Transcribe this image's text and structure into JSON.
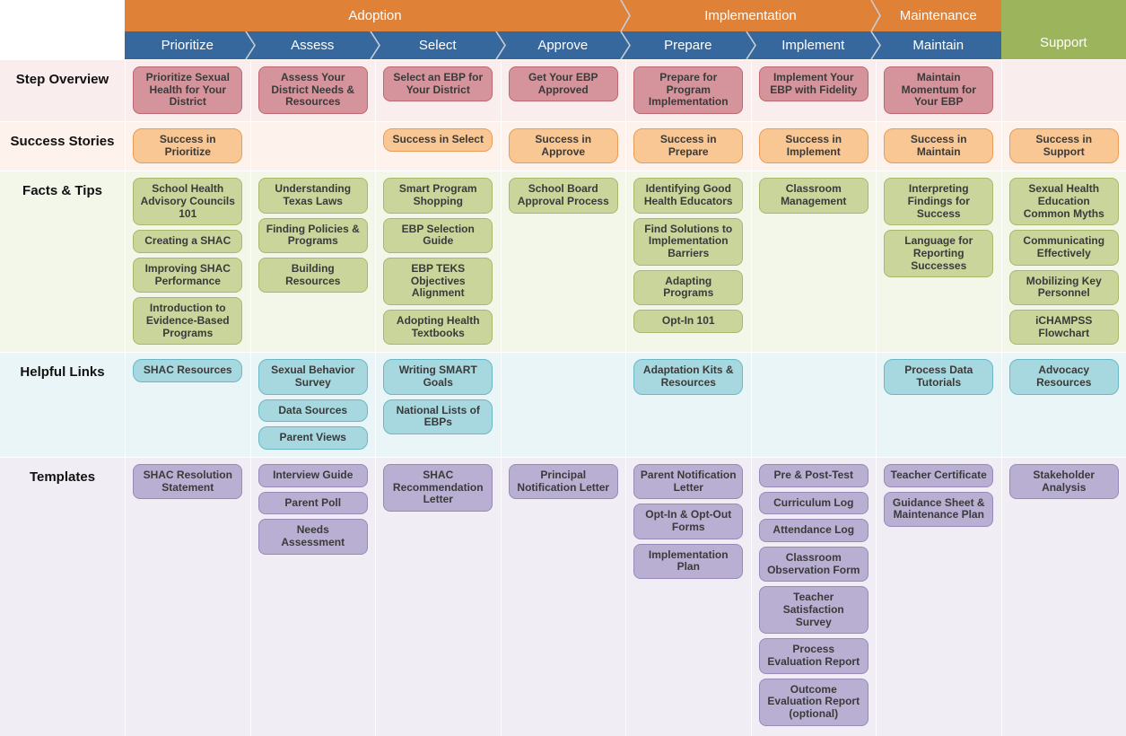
{
  "matrix": {
    "phases": [
      {
        "label": "Adoption"
      },
      {
        "label": "Implementation"
      },
      {
        "label": "Maintenance"
      },
      {
        "label": "Support"
      }
    ],
    "steps": [
      "Prioritize",
      "Assess",
      "Select",
      "Approve",
      "Prepare",
      "Implement",
      "Maintain",
      "Support"
    ],
    "rows": [
      {
        "key": "overview",
        "label": "Step Overview",
        "cells": [
          [
            "Prioritize Sexual Health for Your District"
          ],
          [
            "Assess Your District Needs & Resources"
          ],
          [
            "Select an EBP for Your District"
          ],
          [
            "Get Your EBP Approved"
          ],
          [
            "Prepare for Program Implementation"
          ],
          [
            "Implement Your EBP with Fidelity"
          ],
          [
            "Maintain Momentum for Your EBP"
          ],
          []
        ]
      },
      {
        "key": "stories",
        "label": "Success Stories",
        "cells": [
          [
            "Success in Prioritize"
          ],
          [],
          [
            "Success in Select"
          ],
          [
            "Success in Approve"
          ],
          [
            "Success in Prepare"
          ],
          [
            "Success in Implement"
          ],
          [
            "Success in Maintain"
          ],
          [
            "Success in Support"
          ]
        ]
      },
      {
        "key": "facts",
        "label": "Facts & Tips",
        "cells": [
          [
            "School Health Advisory Councils 101",
            "Creating a SHAC",
            "Improving SHAC Performance",
            "Introduction to Evidence-Based Programs"
          ],
          [
            "Understanding Texas Laws",
            "Finding Policies & Programs",
            "Building Resources"
          ],
          [
            "Smart Program Shopping",
            "EBP Selection Guide",
            "EBP TEKS Objectives Alignment",
            "Adopting Health Textbooks"
          ],
          [
            "School Board Approval Process"
          ],
          [
            "Identifying Good Health Educators",
            "Find Solutions to Implementation Barriers",
            "Adapting Programs",
            "Opt-In 101"
          ],
          [
            "Classroom Management"
          ],
          [
            "Interpreting Findings for Success",
            "Language for Reporting Successes"
          ],
          [
            "Sexual Health Education Common Myths",
            "Communicating Effectively",
            "Mobilizing Key Personnel",
            "iCHAMPSS Flowchart"
          ]
        ]
      },
      {
        "key": "links",
        "label": "Helpful Links",
        "cells": [
          [
            "SHAC Resources"
          ],
          [
            "Sexual Behavior Survey",
            "Data Sources",
            "Parent Views"
          ],
          [
            "Writing SMART Goals",
            "National Lists of EBPs"
          ],
          [],
          [
            "Adaptation Kits & Resources"
          ],
          [],
          [
            "Process Data Tutorials"
          ],
          [
            "Advocacy Resources"
          ]
        ]
      },
      {
        "key": "templates",
        "label": "Templates",
        "cells": [
          [
            "SHAC Resolution Statement"
          ],
          [
            "Interview Guide",
            "Parent Poll",
            "Needs Assessment"
          ],
          [
            "SHAC Recommendation Letter"
          ],
          [
            "Principal Notification Letter"
          ],
          [
            "Parent Notification Letter",
            "Opt-In & Opt-Out Forms",
            "Implementation Plan"
          ],
          [
            "Pre & Post-Test",
            "Curriculum Log",
            "Attendance Log",
            "Classroom Observation Form",
            "Teacher Satisfaction Survey",
            "Process Evaluation Report",
            "Outcome Evaluation Report (optional)"
          ],
          [
            "Teacher Certificate",
            "Guidance Sheet & Maintenance Plan"
          ],
          [
            "Stakeholder Analysis"
          ]
        ]
      }
    ]
  },
  "colors": {
    "phase_orange": "#E08138",
    "step_blue": "#36689E",
    "support_green": "#9CB45C",
    "chevron_line": "#C8CED5",
    "row_overview_bg": "#F9EDEE",
    "row_stories_bg": "#FDF3EC",
    "row_facts_bg": "#F2F7E9",
    "row_links_bg": "#E9F5F7",
    "row_templates_bg": "#F0EDF5",
    "chip_overview": "#D5949B",
    "chip_overview_border": "#BE666F",
    "chip_stories": "#F9C793",
    "chip_stories_border": "#EA9C56",
    "chip_facts": "#C9D59B",
    "chip_facts_border": "#A6B96B",
    "chip_links": "#A7D8E0",
    "chip_links_border": "#6BB8C5",
    "chip_templates": "#B9AFD2",
    "chip_templates_border": "#9889B8",
    "chip_text": "#3A3A3A"
  }
}
